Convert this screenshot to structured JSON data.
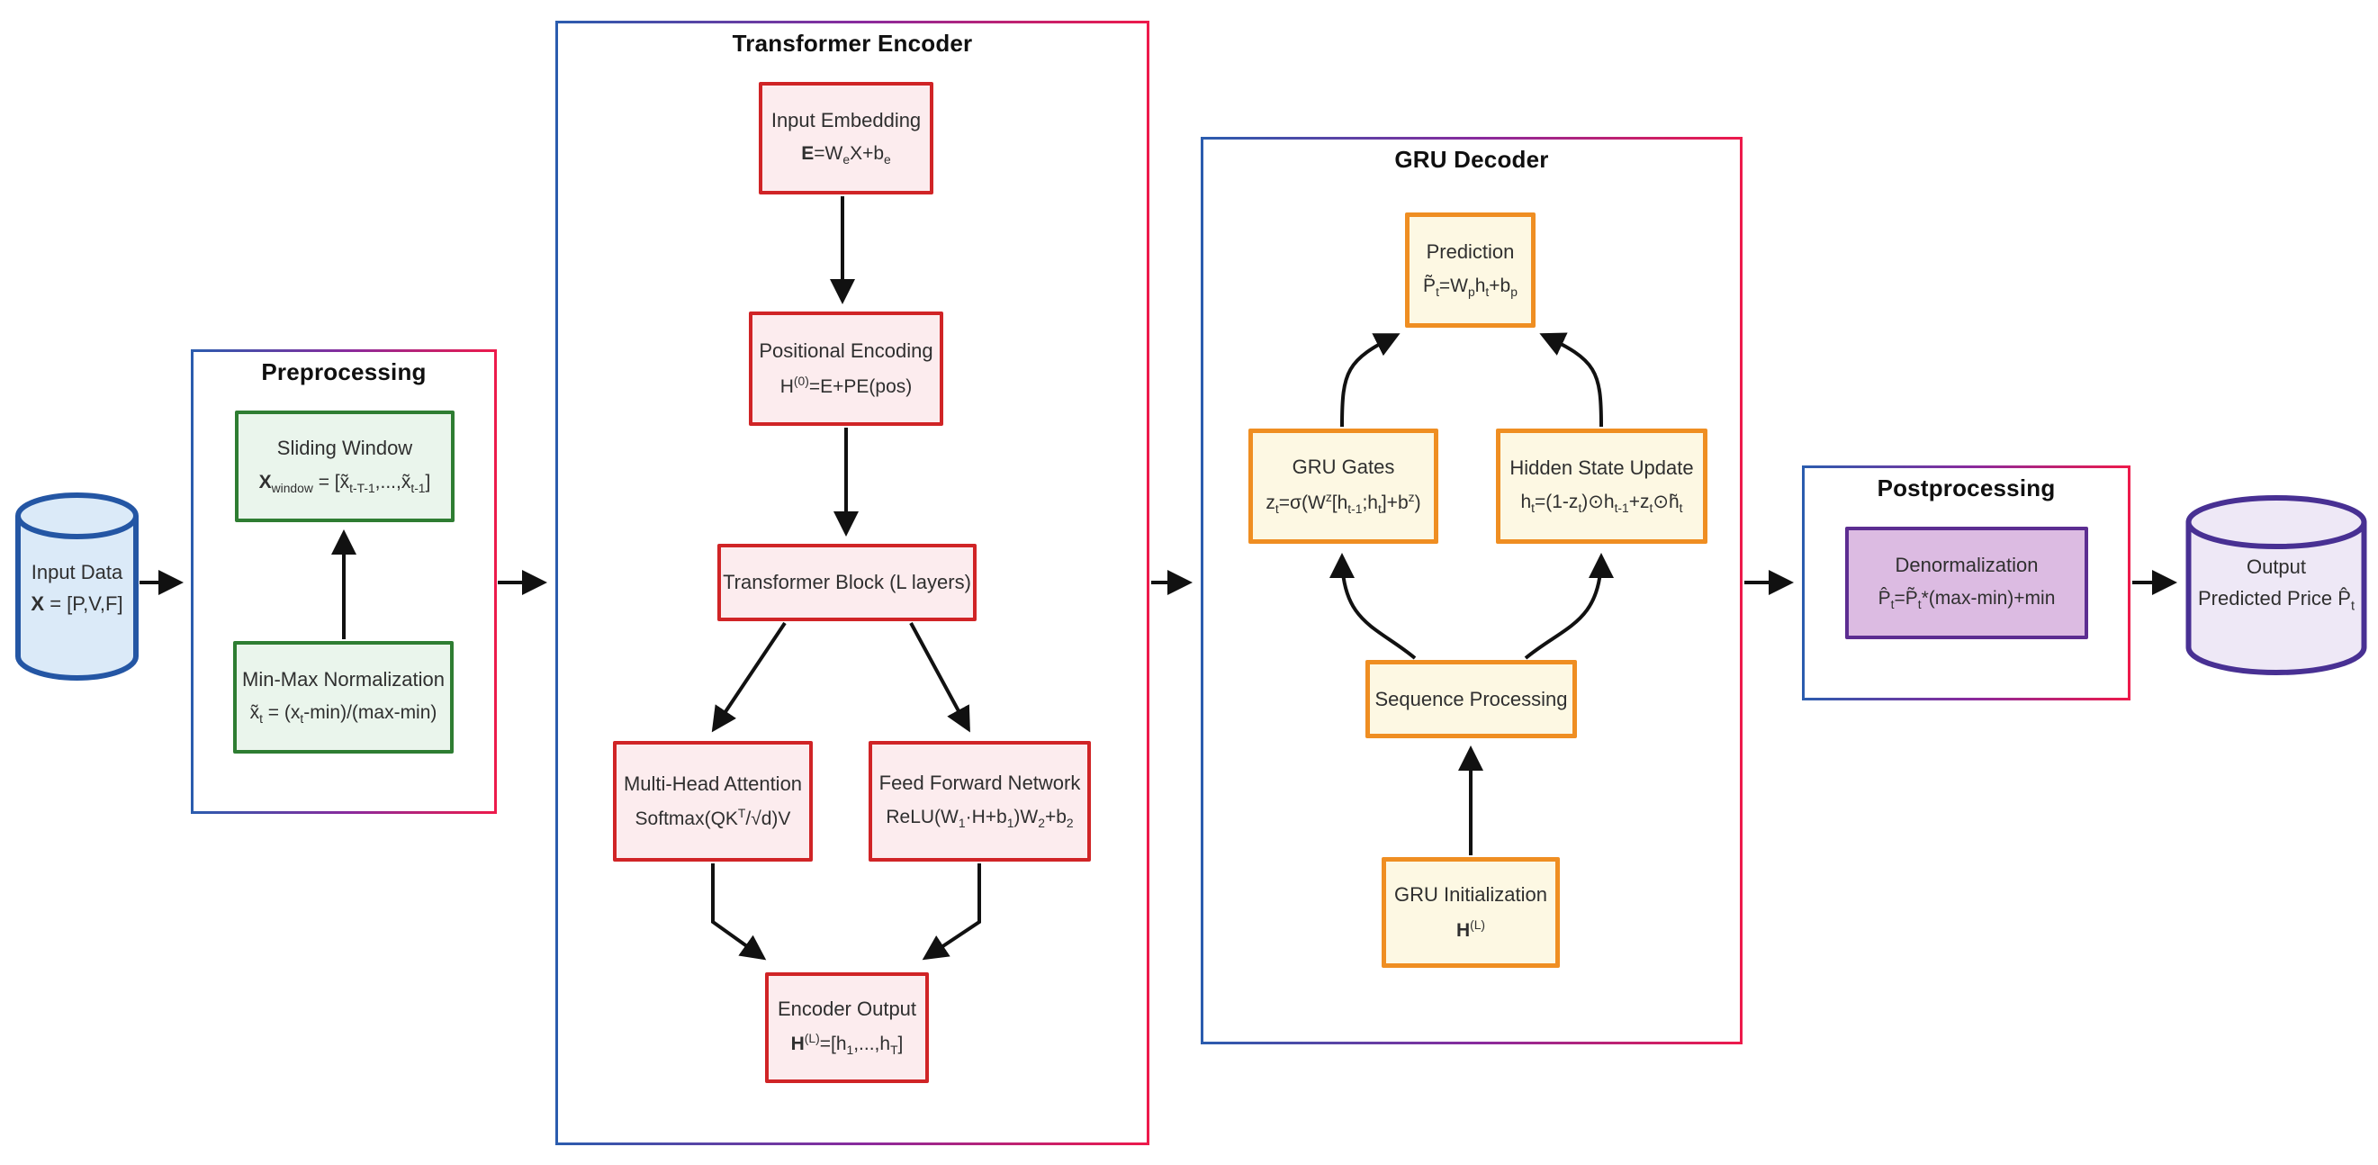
{
  "colors": {
    "container_gradient_start": "#2b5cae",
    "container_gradient_mid": "#8a2a9d",
    "container_gradient_end": "#ed1a4b",
    "green_border": "#2e7d32",
    "green_fill": "#eaf5ec",
    "red_border": "#d02426",
    "red_fill": "#fcecee",
    "orange_border": "#ef8e22",
    "orange_fill": "#fdf8e3",
    "purple_border": "#5c2d91",
    "purple_fill": "#dcbbe2",
    "input_cylinder_border": "#2456a4",
    "input_cylinder_fill": "#dbeaf8",
    "output_cylinder_border": "#483093",
    "output_cylinder_fill": "#eee8f6",
    "arrow": "#111111"
  },
  "stores": {
    "input": {
      "line1": "Input Data",
      "formula": "<b>X</b> = [P,V,F]"
    },
    "output": {
      "line1": "Output",
      "formula": "Predicted Price P̂<sub>t</sub>"
    }
  },
  "sections": {
    "preprocessing": {
      "title": "Preprocessing"
    },
    "encoder": {
      "title": "Transformer Encoder"
    },
    "gru": {
      "title": "GRU Decoder"
    },
    "postprocessing": {
      "title": "Postprocessing"
    }
  },
  "nodes": {
    "sliding_window": {
      "label": "Sliding Window",
      "formula": "<b>X</b><sub>window</sub> = [x̃<sub>t-T-1</sub>,...,x̃<sub>t-1</sub>]"
    },
    "minmax": {
      "label": "Min-Max Normalization",
      "formula": "x̃<sub>t</sub> = (x<sub>t</sub>-min)/(max-min)"
    },
    "input_embedding": {
      "label": "Input Embedding",
      "formula": "<b>E</b>=W<sub>e</sub>X+b<sub>e</sub>"
    },
    "positional_encoding": {
      "label": "Positional Encoding",
      "formula": "H<sup>(0)</sup>=E+PE(pos)"
    },
    "transformer_block": {
      "label": "Transformer Block (L layers)"
    },
    "mha": {
      "label": "Multi-Head Attention",
      "formula": "Softmax(QK<sup>T</sup>/√d)V"
    },
    "ffn": {
      "label": "Feed Forward Network",
      "formula": "ReLU(W<sub>1</sub>·H+b<sub>1</sub>)W<sub>2</sub>+b<sub>2</sub>"
    },
    "encoder_output": {
      "label": "Encoder Output",
      "formula": "<b>H</b><sup>(L)</sup>=[h<sub>1</sub>,...,h<sub>T</sub>]"
    },
    "prediction": {
      "label": "Prediction",
      "formula": "P̃<sub>t</sub>=W<sub>p</sub>h<sub>t</sub>+b<sub>p</sub>"
    },
    "gru_gates": {
      "label": "GRU Gates",
      "formula": "z<sub>t</sub>=σ(W<sup>z</sup>[h<sub>t-1</sub>;h<sub>t</sub>]+b<sup>z</sup>)"
    },
    "hidden_state": {
      "label": "Hidden State Update",
      "formula": "h<sub>t</sub>=(1-z<sub>t</sub>)⊙h<sub>t-1</sub>+z<sub>t</sub>⊙h̃<sub>t</sub>"
    },
    "sequence_processing": {
      "label": "Sequence Processing"
    },
    "gru_init": {
      "label": "GRU Initialization",
      "formula": "<b>H</b><sup>(L)</sup>"
    },
    "denormalization": {
      "label": "Denormalization",
      "formula": "P̂<sub>t</sub>=P̃<sub>t</sub>*(max-min)+min"
    }
  }
}
